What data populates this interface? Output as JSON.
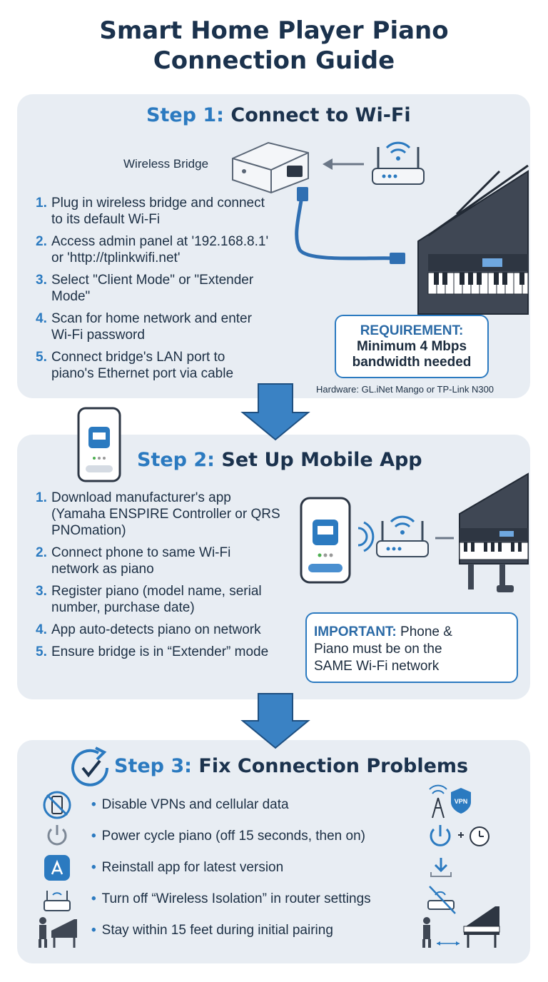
{
  "title": {
    "line1": "Smart Home Player Piano",
    "line2": "Connection Guide"
  },
  "step1": {
    "number": "Step 1:",
    "title": "Connect to Wi-Fi",
    "bridge_label": "Wireless Bridge",
    "items": [
      "Plug in wireless bridge and connect to its default Wi-Fi",
      "Access admin panel at '192.168.8.1' or 'http://tplinkwifi.net'",
      "Select \"Client Mode\" or \"Extender Mode\"",
      "Scan for home network and enter Wi-Fi password",
      "Connect bridge's LAN port to piano's Ethernet port via cable"
    ],
    "requirement_heading": "REQUIREMENT:",
    "requirement_text": "Minimum 4 Mbps\nbandwidth needed",
    "hardware": "Hardware: GL.iNet Mango or TP-Link N300"
  },
  "step2": {
    "number": "Step 2:",
    "title": "Set Up Mobile App",
    "items": [
      "Download manufacturer's app (Yamaha ENSPIRE Controller or QRS PNOmation)",
      "Connect phone to same Wi-Fi network as piano",
      "Register piano (model name, serial number, purchase date)",
      "App auto-detects piano on network",
      "Ensure bridge is in “Extender” mode"
    ],
    "important_heading": "IMPORTANT:",
    "important_text": "Phone & Piano must be on the SAME Wi-Fi network"
  },
  "step3": {
    "number": "Step 3:",
    "title": "Fix Connection Problems",
    "items": [
      "Disable VPNs and cellular data",
      "Power cycle piano (off 15 seconds, then on)",
      "Reinstall app for latest version",
      "Turn off “Wireless Isolation” in router settings",
      "Stay within 15 feet during initial pairing"
    ],
    "vpn_badge": "VPN"
  },
  "colors": {
    "accent": "#2b7ac0",
    "heading": "#1b324d",
    "panel": "#e8edf3",
    "arrow": "#3a82c4"
  }
}
